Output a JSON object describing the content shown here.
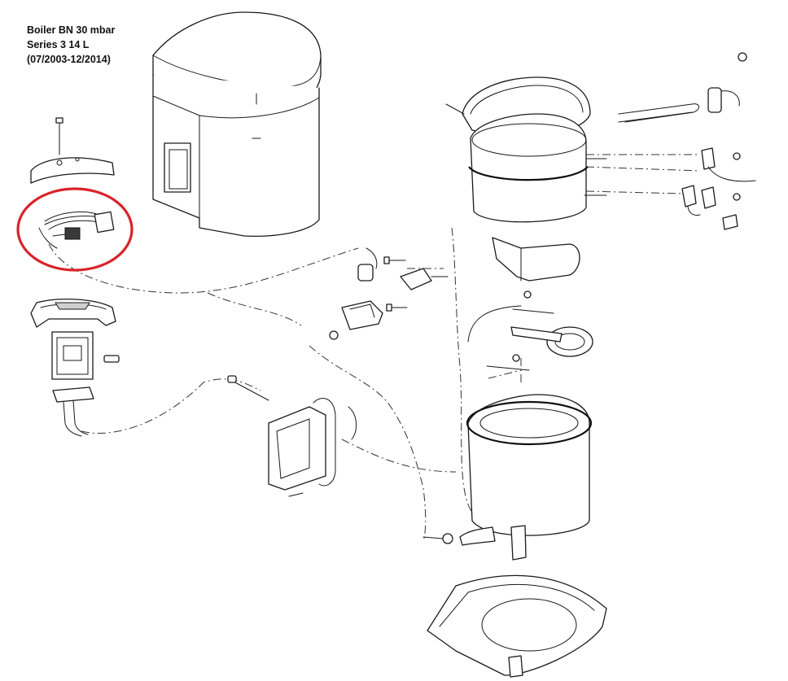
{
  "title": {
    "line1": "Boiler BN 30 mbar",
    "line2": "Series 3 14 L",
    "line3": "(07/2003-12/2014)"
  },
  "highlight": {
    "color": "#d9232a",
    "target": "wiring-harness"
  },
  "colors": {
    "line": "#1a1a1a",
    "background": "#ffffff"
  }
}
